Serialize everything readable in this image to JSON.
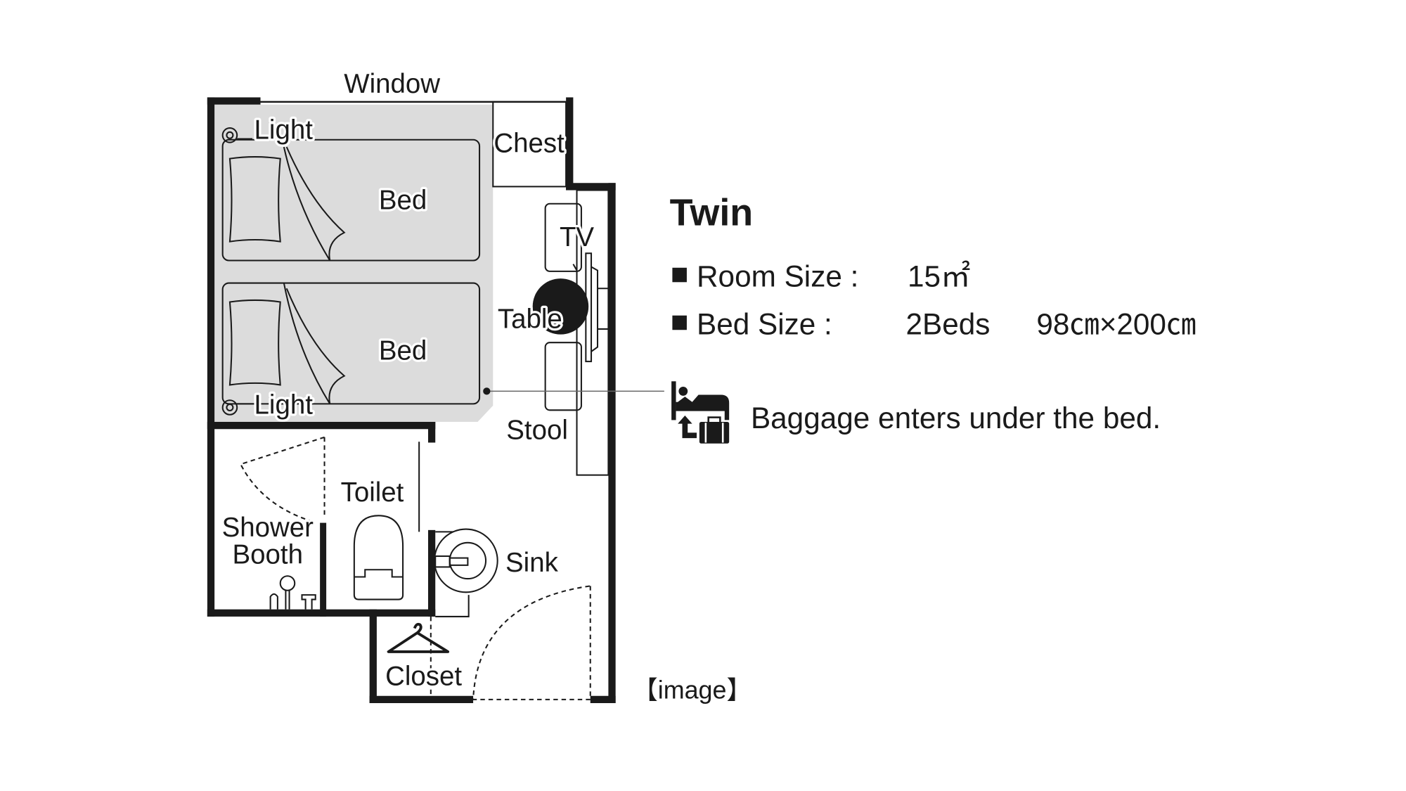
{
  "floorplan": {
    "labels": {
      "window": "Window",
      "light_top": "Light",
      "light_bottom": "Light",
      "bed_top": "Bed",
      "bed_bottom": "Bed",
      "chest": "Chest",
      "tv": "TV",
      "table": "Table",
      "stool": "Stool",
      "toilet": "Toilet",
      "shower_line1": "Shower",
      "shower_line2": "Booth",
      "sink": "Sink",
      "closet": "Closet"
    },
    "image_note": "【image】",
    "colors": {
      "wall": "#1a1a1a",
      "bed_area": "#dcdcdc"
    }
  },
  "info": {
    "title": "Twin",
    "room_size_label": "Room Size :",
    "room_size_value": "15㎡",
    "bed_size_label": "Bed Size :",
    "bed_count": "2Beds",
    "bed_dimensions": "98㎝×200㎝",
    "baggage_note": "Baggage enters under the bed.",
    "baggage_icon": "bed-with-luggage-icon"
  }
}
